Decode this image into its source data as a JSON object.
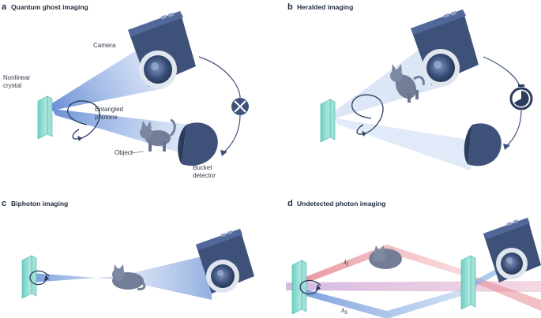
{
  "panels": {
    "a": {
      "letter": "a",
      "title": "Quantum ghost imaging",
      "labels": {
        "camera": "Camera",
        "crystal_1": "Nonlinear",
        "crystal_2": "crystal",
        "photons_1": "Entangled",
        "photons_2": "photons",
        "object": "Object",
        "bucket_1": "Bucket",
        "bucket_2": "detector"
      }
    },
    "b": {
      "letter": "b",
      "title": "Heralded imaging"
    },
    "c": {
      "letter": "c",
      "title": "Biphoton imaging"
    },
    "d": {
      "letter": "d",
      "title": "Undetected photon imaging",
      "labels": {
        "lambda_i": "λ",
        "lambda_i_sub": "i",
        "lambda_s": "λ",
        "lambda_s_sub": "s"
      }
    }
  },
  "colors": {
    "camera_body": "#3e5279",
    "camera_dark": "#2b3c5e",
    "lens_ring": "#dde4ee",
    "crystal": "#7fd6cc",
    "beam_blue": "#6f95d8",
    "beam_red": "#e58a93",
    "beam_purple": "#c9a3d6",
    "cat": "#737d97",
    "timer_ring": "#2b3c5e"
  },
  "icons": [
    "camera-icon",
    "crystal-icon",
    "bucket-detector-icon",
    "cross-correlation-icon",
    "stopwatch-icon",
    "cat-icon"
  ]
}
